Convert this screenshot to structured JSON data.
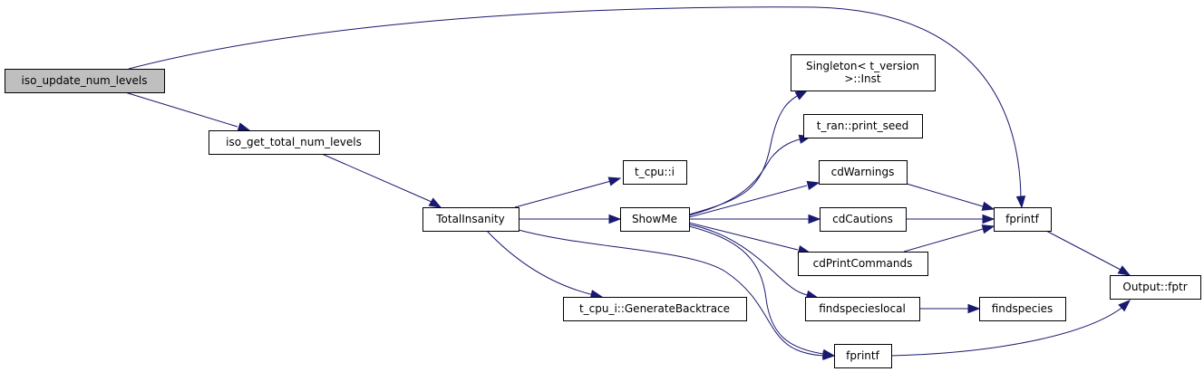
{
  "diagram": {
    "type": "call-graph",
    "edge_color": "#191970",
    "root_fill": "#bfbfbf",
    "nodes": [
      {
        "id": "iso_update",
        "label": [
          "iso_update_num_levels"
        ],
        "root": true
      },
      {
        "id": "iso_get_total",
        "label": [
          "iso_get_total_num_levels"
        ]
      },
      {
        "id": "total_insanity",
        "label": [
          "TotalInsanity"
        ]
      },
      {
        "id": "t_cpu_i",
        "label": [
          "t_cpu::i"
        ]
      },
      {
        "id": "show_me",
        "label": [
          "ShowMe"
        ]
      },
      {
        "id": "generate_backtrace",
        "label": [
          "t_cpu_i::GenerateBacktrace"
        ]
      },
      {
        "id": "singleton_inst",
        "label": [
          "Singleton< t_version",
          ">::Inst"
        ]
      },
      {
        "id": "print_seed",
        "label": [
          "t_ran::print_seed"
        ]
      },
      {
        "id": "cd_warnings",
        "label": [
          "cdWarnings"
        ]
      },
      {
        "id": "cd_cautions",
        "label": [
          "cdCautions"
        ]
      },
      {
        "id": "cd_print_commands",
        "label": [
          "cdPrintCommands"
        ]
      },
      {
        "id": "findspecieslocal",
        "label": [
          "findspecieslocal"
        ]
      },
      {
        "id": "fprintf_top",
        "label": [
          "fprintf"
        ]
      },
      {
        "id": "fprintf_bottom",
        "label": [
          "fprintf"
        ]
      },
      {
        "id": "findspecies",
        "label": [
          "findspecies"
        ]
      },
      {
        "id": "output_fptr",
        "label": [
          "Output::fptr"
        ]
      }
    ],
    "edges": [
      {
        "from": "iso_update",
        "to": "iso_get_total"
      },
      {
        "from": "iso_update",
        "to": "fprintf_top"
      },
      {
        "from": "iso_get_total",
        "to": "total_insanity"
      },
      {
        "from": "total_insanity",
        "to": "t_cpu_i"
      },
      {
        "from": "total_insanity",
        "to": "show_me"
      },
      {
        "from": "total_insanity",
        "to": "generate_backtrace"
      },
      {
        "from": "total_insanity",
        "to": "fprintf_bottom"
      },
      {
        "from": "show_me",
        "to": "singleton_inst"
      },
      {
        "from": "show_me",
        "to": "print_seed"
      },
      {
        "from": "show_me",
        "to": "cd_warnings"
      },
      {
        "from": "show_me",
        "to": "cd_cautions"
      },
      {
        "from": "show_me",
        "to": "cd_print_commands"
      },
      {
        "from": "show_me",
        "to": "findspecieslocal"
      },
      {
        "from": "show_me",
        "to": "fprintf_bottom"
      },
      {
        "from": "cd_warnings",
        "to": "fprintf_top"
      },
      {
        "from": "cd_cautions",
        "to": "fprintf_top"
      },
      {
        "from": "cd_print_commands",
        "to": "fprintf_top"
      },
      {
        "from": "findspecieslocal",
        "to": "findspecies"
      },
      {
        "from": "fprintf_top",
        "to": "output_fptr"
      },
      {
        "from": "fprintf_bottom",
        "to": "output_fptr"
      }
    ]
  }
}
